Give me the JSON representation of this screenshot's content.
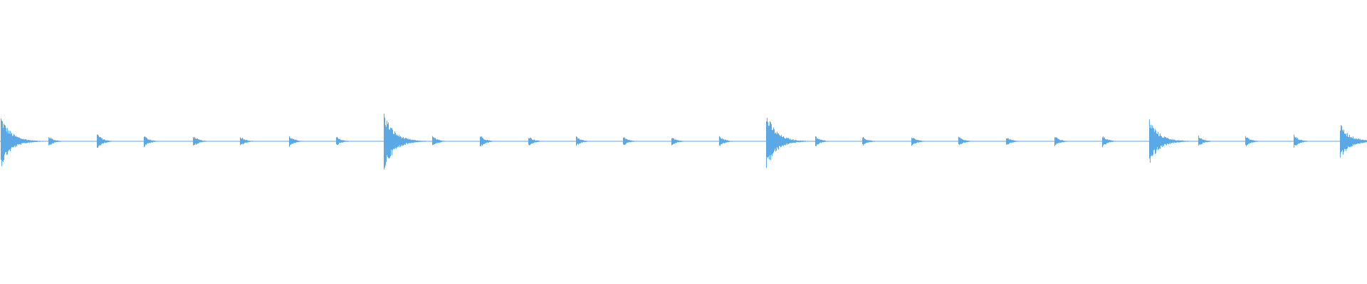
{
  "waveform": {
    "color": "#5aa9e6",
    "background": "#ffffff",
    "clip_position": 1.0,
    "onsets": [
      {
        "time": 0.0,
        "amplitude": 0.84
      },
      {
        "time": 0.035,
        "amplitude": 0.18
      },
      {
        "time": 0.071,
        "amplitude": 0.28
      },
      {
        "time": 0.106,
        "amplitude": 0.2
      },
      {
        "time": 0.142,
        "amplitude": 0.2
      },
      {
        "time": 0.177,
        "amplitude": 0.18
      },
      {
        "time": 0.213,
        "amplitude": 0.18
      },
      {
        "time": 0.248,
        "amplitude": 0.16
      },
      {
        "time": 0.283,
        "amplitude": 0.95
      },
      {
        "time": 0.319,
        "amplitude": 0.18
      },
      {
        "time": 0.354,
        "amplitude": 0.22
      },
      {
        "time": 0.39,
        "amplitude": 0.18
      },
      {
        "time": 0.425,
        "amplitude": 0.16
      },
      {
        "time": 0.46,
        "amplitude": 0.15
      },
      {
        "time": 0.496,
        "amplitude": 0.15
      },
      {
        "time": 0.531,
        "amplitude": 0.18
      },
      {
        "time": 0.566,
        "amplitude": 0.92
      },
      {
        "time": 0.602,
        "amplitude": 0.18
      },
      {
        "time": 0.637,
        "amplitude": 0.16
      },
      {
        "time": 0.673,
        "amplitude": 0.18
      },
      {
        "time": 0.708,
        "amplitude": 0.16
      },
      {
        "time": 0.743,
        "amplitude": 0.15
      },
      {
        "time": 0.779,
        "amplitude": 0.18
      },
      {
        "time": 0.814,
        "amplitude": 0.2
      },
      {
        "time": 0.849,
        "amplitude": 0.72
      },
      {
        "time": 0.885,
        "amplitude": 0.18
      },
      {
        "time": 0.92,
        "amplitude": 0.18
      },
      {
        "time": 0.956,
        "amplitude": 0.22
      },
      {
        "time": 0.99,
        "amplitude": 0.55
      }
    ]
  }
}
